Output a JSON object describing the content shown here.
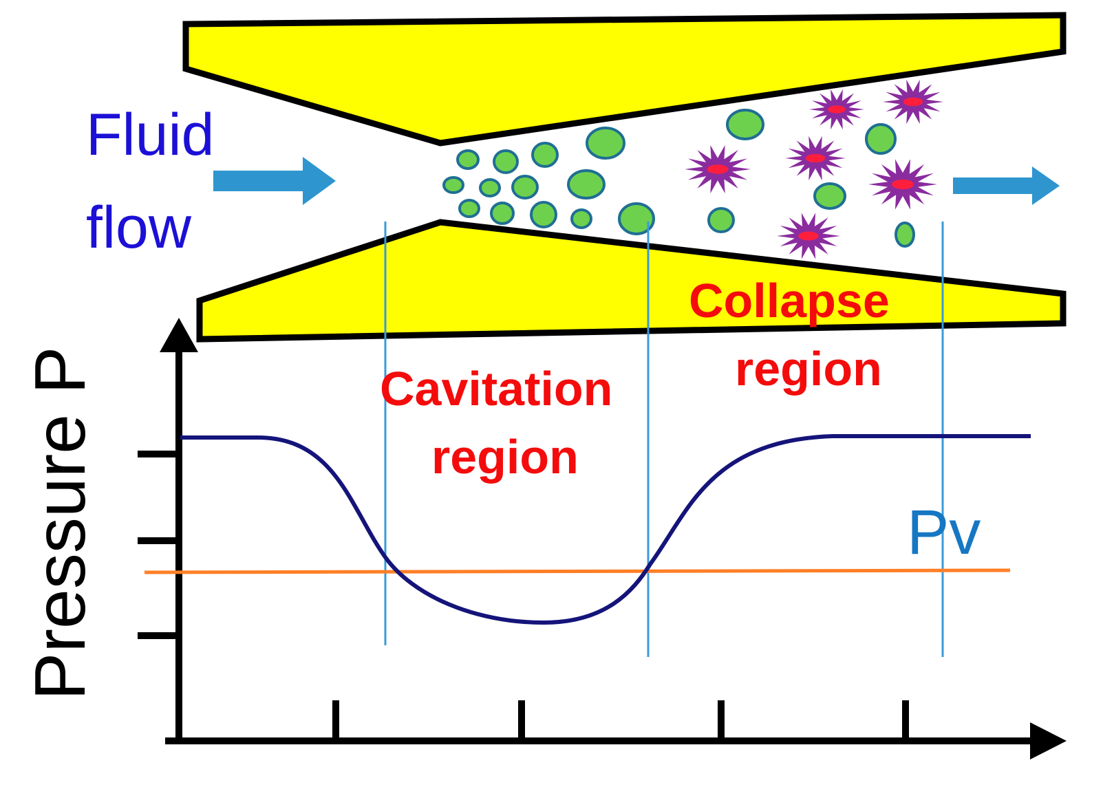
{
  "labels": {
    "fluid": "Fluid",
    "flow": "flow",
    "collapse": "Collapse",
    "collapse_region": "region",
    "cavitation": "Cavitation",
    "cavitation_region": "region",
    "y_axis": "Pressure P",
    "vapor_pressure": "Pv"
  },
  "colors": {
    "nozzle_fill": "#ffff00",
    "nozzle_outline": "#000000",
    "bubble_fill": "#6ed14e",
    "bubble_outline": "#1f6f93",
    "star_fill": "#8a2c9e",
    "star_core": "#ff1f3d",
    "arrow": "#2e95cf",
    "pressure_curve": "#14147a",
    "vapor_pressure_line": "#ff7f27",
    "region_divider": "#3a9bd9",
    "label_blue": "#1c10d6",
    "label_red": "#f40c0c"
  },
  "icons": {
    "inlet_arrow": "right-arrow-icon",
    "outlet_arrow": "right-arrow-icon",
    "bubble": "circle-bubble-icon",
    "collapse_burst": "star-burst-icon"
  }
}
